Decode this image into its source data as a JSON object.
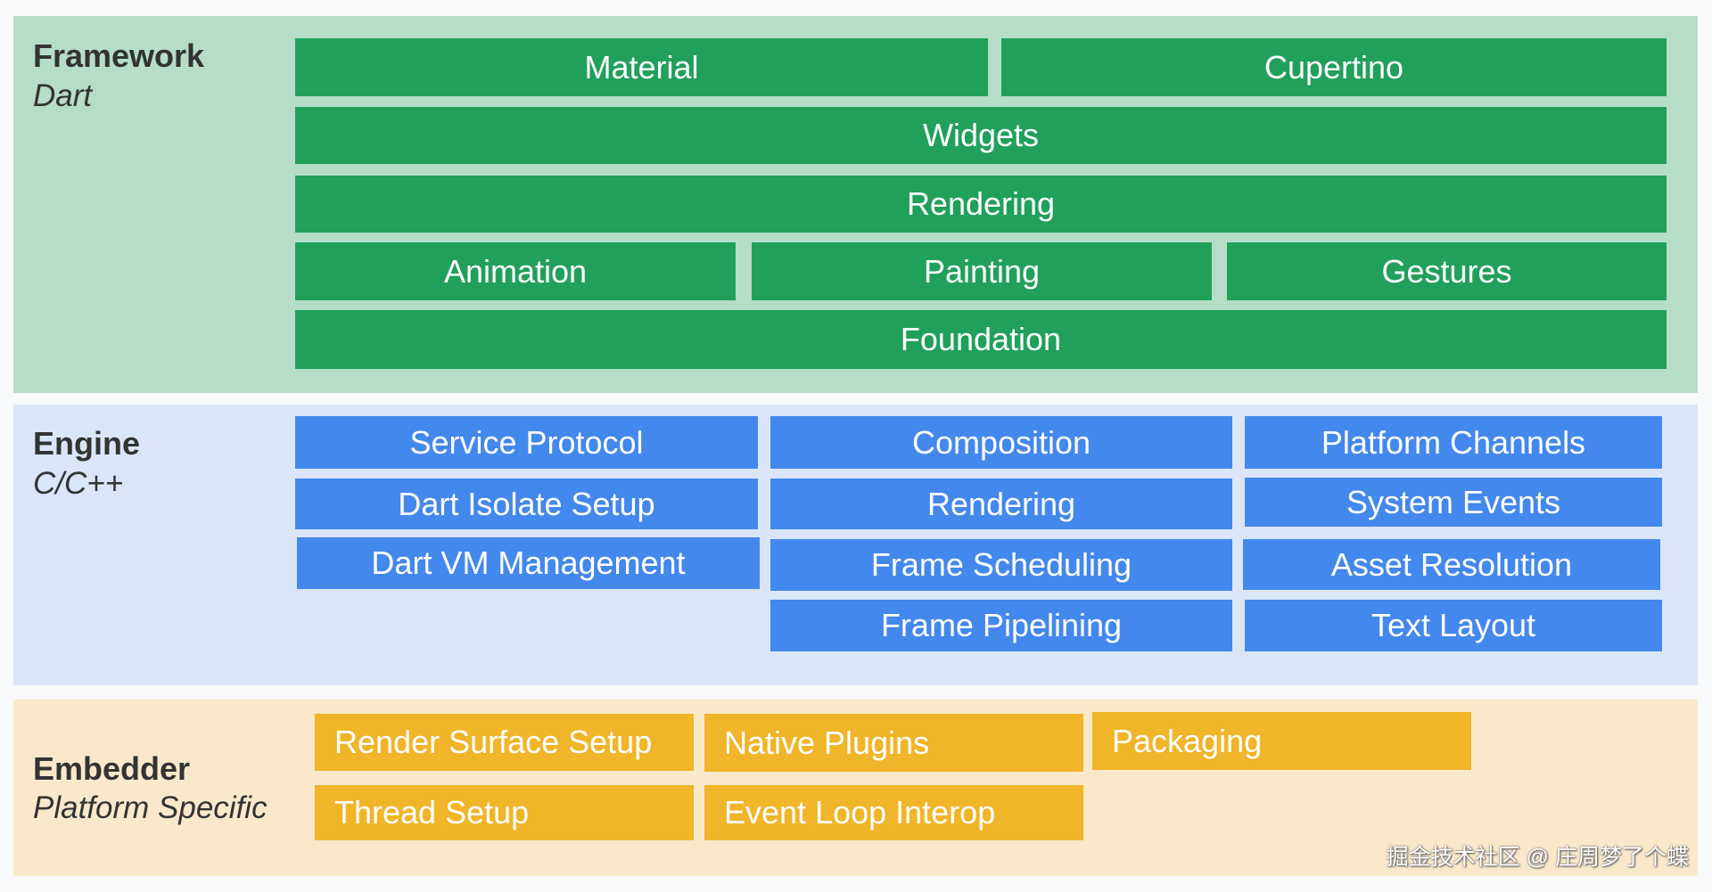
{
  "framework": {
    "title": "Framework",
    "subtitle": "Dart",
    "color": "#21a05a",
    "background": "#b5ddc8",
    "rows": [
      [
        "Material",
        "Cupertino"
      ],
      [
        "Widgets"
      ],
      [
        "Rendering"
      ],
      [
        "Animation",
        "Painting",
        "Gestures"
      ],
      [
        "Foundation"
      ]
    ]
  },
  "engine": {
    "title": "Engine",
    "subtitle": "C/C++",
    "color": "#4388ec",
    "background": "#dae6f7",
    "columns": [
      [
        "Service Protocol",
        "Dart Isolate Setup",
        "Dart VM Management"
      ],
      [
        "Composition",
        "Rendering",
        "Frame Scheduling",
        "Frame Pipelining"
      ],
      [
        "Platform Channels",
        "System Events",
        "Asset Resolution",
        "Text Layout"
      ]
    ]
  },
  "embedder": {
    "title": "Embedder",
    "subtitle": "Platform Specific",
    "color": "#f0b528",
    "background": "#f9e9ca",
    "rows": [
      [
        "Render Surface Setup",
        "Native Plugins",
        "Packaging"
      ],
      [
        "Thread Setup",
        "Event Loop Interop"
      ]
    ]
  },
  "watermark": "掘金技术社区 @ 庄周梦了个蝶"
}
